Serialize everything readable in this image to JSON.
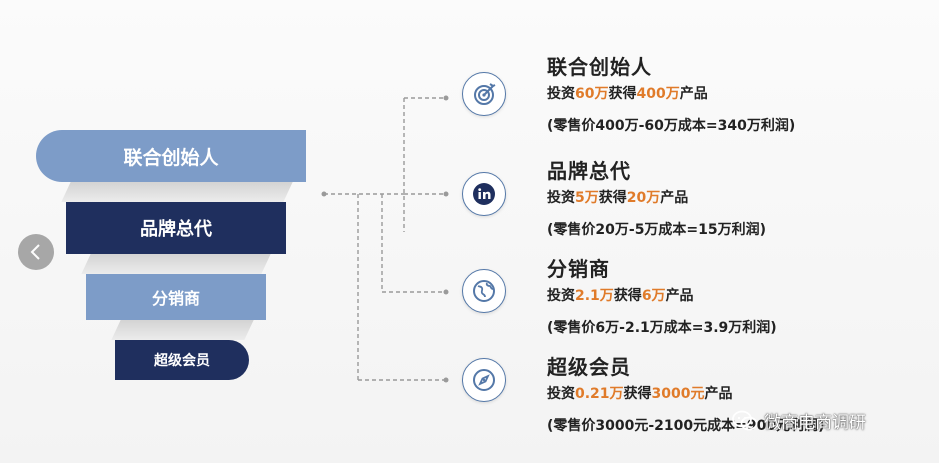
{
  "funnel": {
    "tiers": [
      "联合创始人",
      "品牌总代",
      "分销商",
      "超级会员"
    ]
  },
  "entries": [
    {
      "icon": "target-icon",
      "title": "联合创始人",
      "invest_prefix": "投资",
      "invest_amount": "60万",
      "get_word": "获得",
      "product_amount": "400万",
      "product_suffix": "产品",
      "note": "(零售价400万-60万成本=340万利润)"
    },
    {
      "icon": "linkedin-icon",
      "title": "品牌总代",
      "invest_prefix": "投资",
      "invest_amount": "5万",
      "get_word": "获得",
      "product_amount": "20万",
      "product_suffix": "产品",
      "note": "(零售价20万-5万成本=15万利润)"
    },
    {
      "icon": "globe-icon",
      "title": "分销商",
      "invest_prefix": "投资",
      "invest_amount": "2.1万",
      "get_word": "获得",
      "product_amount": "6万",
      "product_suffix": "产品",
      "note": "(零售价6万-2.1万成本=3.9万利润)"
    },
    {
      "icon": "compass-icon",
      "title": "超级会员",
      "invest_prefix": "投资",
      "invest_amount": "0.21万",
      "get_word": "获得",
      "product_amount": "3000元",
      "product_suffix": "产品",
      "note": "(零售价3000元-2100元成本=900元利润)"
    }
  ],
  "watermark": "微商电商调研",
  "colors": {
    "light_tier": "#7d9cc8",
    "dark_tier": "#1f2f5e",
    "highlight": "#e07b2a",
    "icon_stroke": "#5478a8"
  }
}
